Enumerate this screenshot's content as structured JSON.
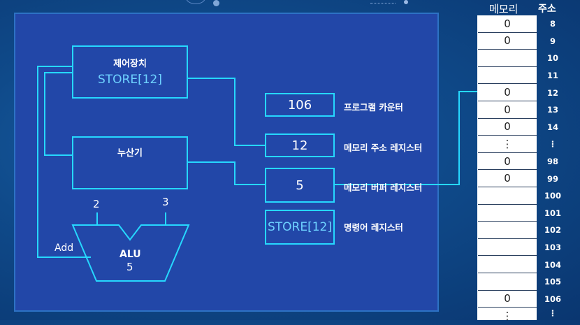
{
  "control_unit": {
    "title": "제어장치",
    "instruction": "STORE[12]"
  },
  "accumulator": {
    "title": "누산기"
  },
  "alu": {
    "title": "ALU",
    "result": "5",
    "input_a": "2",
    "input_b": "3",
    "operation": "Add"
  },
  "registers": [
    {
      "value": "106",
      "label": "프로그램 카운터"
    },
    {
      "value": "12",
      "label": "메모리 주소 레지스터"
    },
    {
      "value": "5",
      "label": "메모리 버퍼 레지스터"
    },
    {
      "value": "STORE[12]",
      "label": "명령어 레지스터"
    }
  ],
  "memory": {
    "header_value": "메모리",
    "header_address": "주소",
    "rows": [
      {
        "value": "0",
        "address": "8"
      },
      {
        "value": "0",
        "address": "9"
      },
      {
        "value": "",
        "address": "10"
      },
      {
        "value": "",
        "address": "11"
      },
      {
        "value": "0",
        "address": "12"
      },
      {
        "value": "0",
        "address": "13"
      },
      {
        "value": "0",
        "address": "14"
      },
      {
        "value": "⋮",
        "address": "⋮"
      },
      {
        "value": "0",
        "address": "98"
      },
      {
        "value": "0",
        "address": "99"
      },
      {
        "value": "",
        "address": "100"
      },
      {
        "value": "",
        "address": "101"
      },
      {
        "value": "",
        "address": "102"
      },
      {
        "value": "",
        "address": "103"
      },
      {
        "value": "",
        "address": "104"
      },
      {
        "value": "",
        "address": "105"
      },
      {
        "value": "0",
        "address": "106"
      },
      {
        "value": "⋮",
        "address": "⋮"
      }
    ]
  },
  "colors": {
    "wire": "#26d8ff",
    "panel": "#2247a8",
    "highlight_text": "#6ed2ff"
  }
}
